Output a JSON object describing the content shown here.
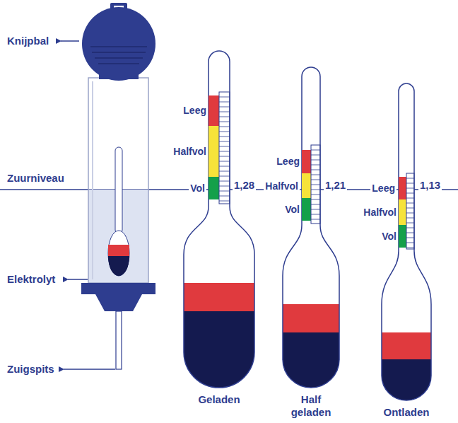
{
  "diagram": {
    "labels": [
      "Knijpbal",
      "Zuurniveau",
      "Elektrolyt",
      "Zuigspits",
      "Leeg",
      "Halfvol",
      "Vol",
      "1,28",
      "Geladen",
      "Leeg",
      "Halfvol",
      "Vol",
      "1,21",
      "Half geladen",
      "Leeg",
      "Halfvol",
      "Vol",
      "1,13",
      "Ontladen"
    ]
  }
}
